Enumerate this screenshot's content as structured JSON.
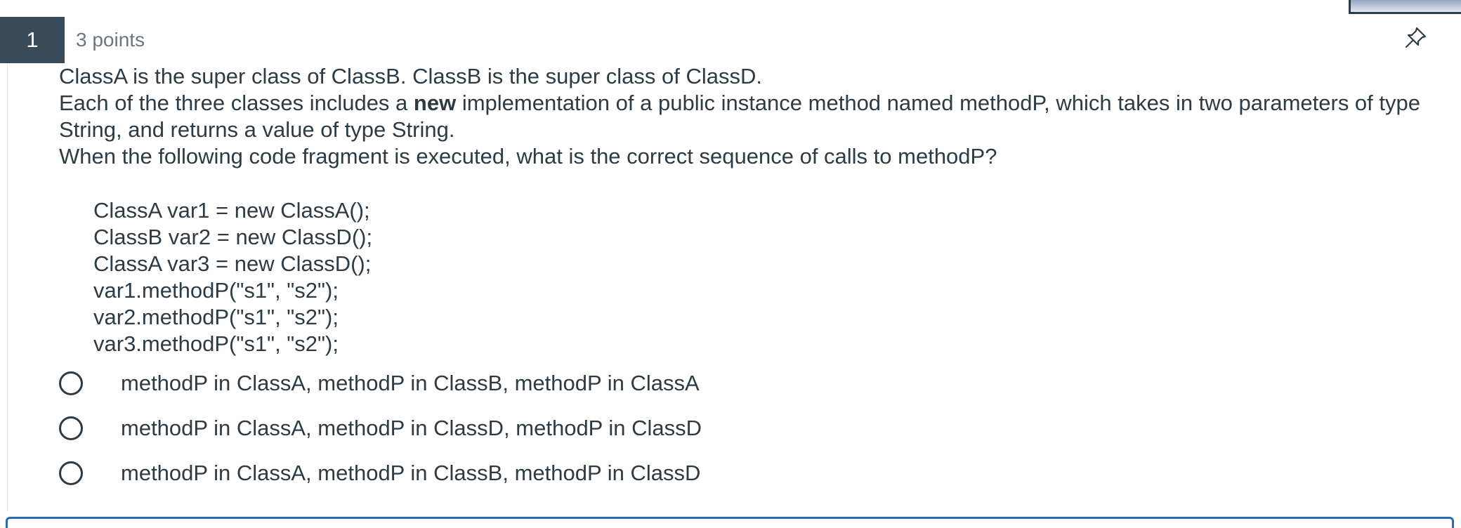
{
  "question": {
    "number": "1",
    "points": "3 points",
    "pin_icon": "pin-icon",
    "lines": [
      "ClassA is the super class of ClassB. ClassB is the super class of ClassD."
    ],
    "line2_before": "Each of the three classes includes a ",
    "line2_bold": "new",
    "line2_after": " implementation of a public instance method named methodP, which takes in two parameters of type String, and returns a value of type String.",
    "line3": "When the following code fragment is executed, what is the correct sequence of calls to methodP?"
  },
  "code": [
    "ClassA var1 = new ClassA();",
    "ClassB var2 = new ClassD();",
    "ClassA var3 = new ClassD();",
    "var1.methodP(\"s1\", \"s2\");",
    "var2.methodP(\"s1\", \"s2\");",
    "var3.methodP(\"s1\", \"s2\");"
  ],
  "answers": [
    {
      "label": "methodP in ClassA, methodP in ClassB, methodP in ClassA",
      "selected": false
    },
    {
      "label": "methodP in ClassA, methodP in ClassD, methodP in ClassD",
      "selected": false
    },
    {
      "label": "methodP in ClassA, methodP in ClassB, methodP in ClassD",
      "selected": false
    }
  ],
  "colors": {
    "number_badge_bg": "#394b58",
    "text": "#2d3b45",
    "muted_text": "#6b7780",
    "next_card_border": "#2b6ab3"
  }
}
